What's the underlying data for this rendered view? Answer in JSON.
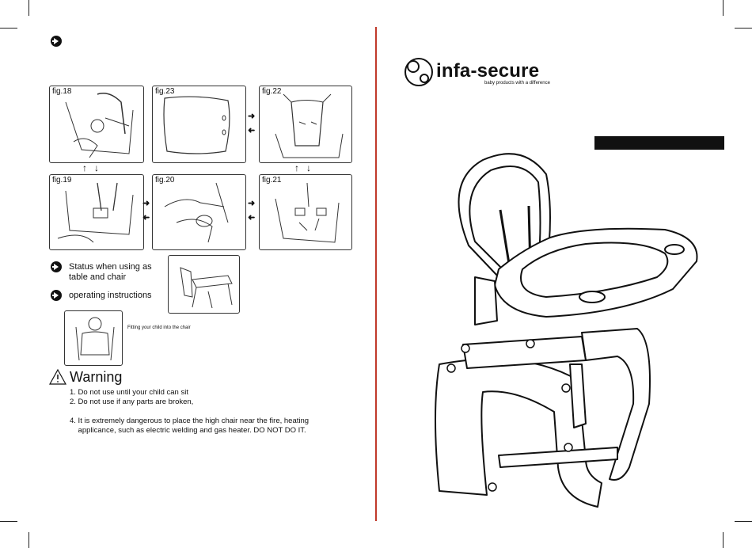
{
  "left_page": {
    "figures": {
      "fig18": "fig.18",
      "fig23": "fig.23",
      "fig22": "fig.22",
      "fig19": "fig.19",
      "fig20": "fig.20",
      "fig21": "fig.21"
    },
    "status_line1": "Status when using as",
    "status_line2": "table and chair",
    "operating": "operating instructions",
    "fitting_caption": "Fitting your child into the chair",
    "warning_title": "Warning",
    "warnings": [
      "1. Do not use until your child can sit",
      "2. Do not use if any parts are broken,",
      "4. It is extremely dangerous to place the high chair near the fire, heating",
      "    applicance, such as electric welding and gas heater. DO NOT DO IT."
    ]
  },
  "right_page": {
    "brand": "infa-secure",
    "tagline": "baby products with a difference"
  },
  "colors": {
    "fold_line": "#c0392b",
    "ink": "#111111"
  }
}
